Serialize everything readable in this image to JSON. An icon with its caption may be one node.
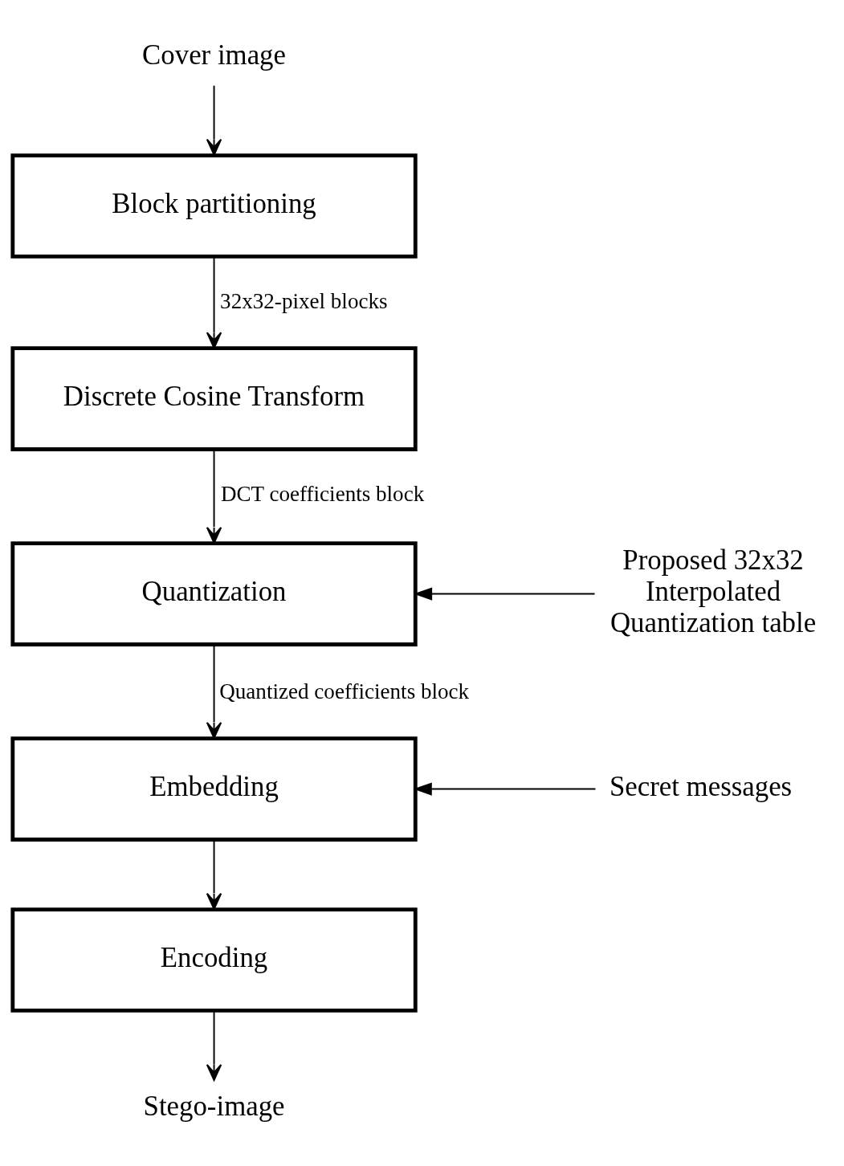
{
  "diagram": {
    "nodes": [
      {
        "text": [
          "Cover image"
        ]
      },
      {
        "text": [
          "Block partitioning"
        ]
      },
      {
        "text": [
          "Discrete Cosine Transform"
        ]
      },
      {
        "text": [
          "Quantization"
        ]
      },
      {
        "text": [
          "Embedding"
        ]
      },
      {
        "text": [
          "Encoding"
        ]
      },
      {
        "text": [
          "Stego-image"
        ]
      },
      {
        "text": [
          "Proposed 32x32 Interpolated Quantization table"
        ]
      },
      {
        "text": [
          "Secret messages"
        ]
      }
    ],
    "edges": [
      {
        "from": 0,
        "to": 1,
        "arrow": "to"
      },
      {
        "from": 1,
        "to": 2,
        "arrow": "to",
        "label": "32x32-pixel blocks"
      },
      {
        "from": 2,
        "to": 3,
        "arrow": "to",
        "label": "DCT coefficients block"
      },
      {
        "from": 3,
        "to": 4,
        "arrow": "to",
        "label": "Quantized coefficients block"
      },
      {
        "from": 4,
        "to": 5,
        "arrow": "to"
      },
      {
        "from": 5,
        "to": 6,
        "arrow": "to"
      },
      {
        "from": 7,
        "to": 3,
        "arrow": "to"
      },
      {
        "from": 8,
        "to": 4,
        "arrow": "to"
      }
    ]
  }
}
